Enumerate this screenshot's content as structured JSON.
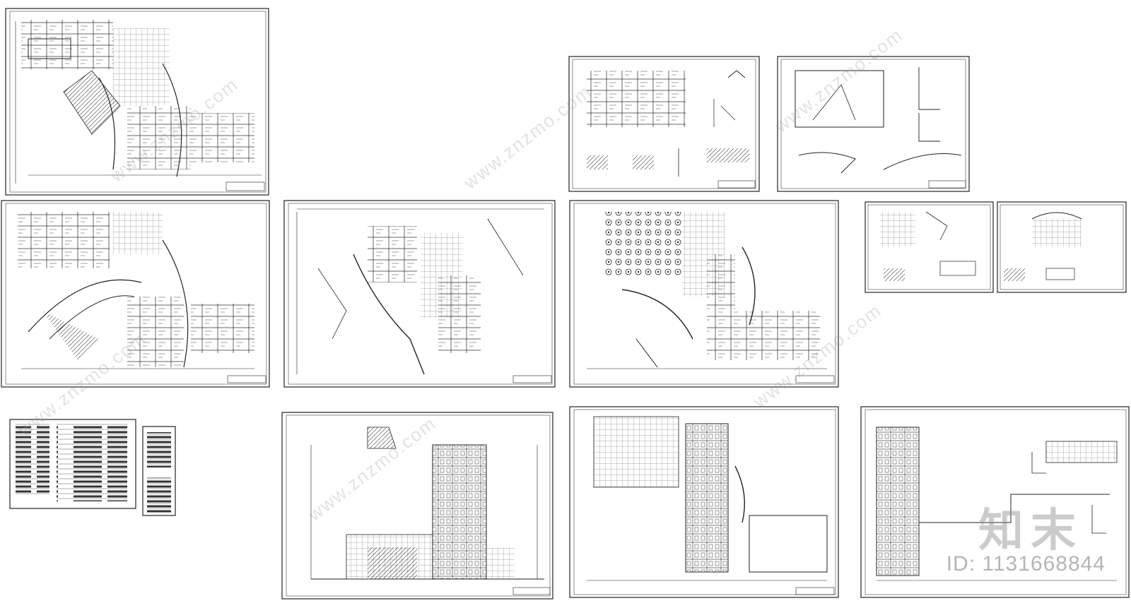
{
  "watermark": {
    "site_text": "www.znzmo.com",
    "brand": "知末",
    "id_label": "ID: 1131668844"
  },
  "colors": {
    "line": "#1a1a1a",
    "frame": "#222222",
    "watermark": "#9a9a9a"
  }
}
